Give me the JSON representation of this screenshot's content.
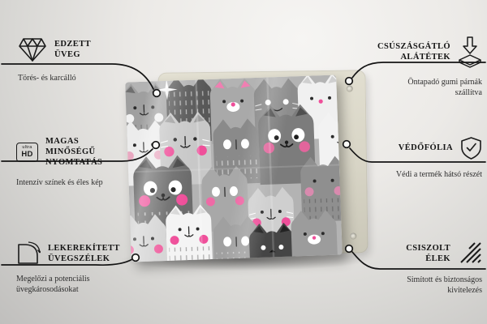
{
  "callouts": {
    "edzett_uveg": {
      "title": "EDZETT ÜVEG",
      "subtitle": "Törés- és karcálló",
      "icon": "diamond-icon"
    },
    "csuszasgatlo": {
      "title": "CSÚSZÁSGÁTLÓ ALÁTÉTEK",
      "subtitle": "Öntapadó gumi párnák szállítva",
      "icon": "adhesive-pad-icon"
    },
    "nyomtatas": {
      "title": "MAGAS MINŐSÉGŰ NYOMTATÁS",
      "subtitle": "Intenzív színek és éles kép",
      "icon": "ultra-hd-icon",
      "icon_text_top": "ultra",
      "icon_text_bottom": "HD"
    },
    "vedofolia": {
      "title": "VÉDŐFÓLIA",
      "subtitle": "Védi a termék hátsó részét",
      "icon": "shield-check-icon"
    },
    "lekerekitett": {
      "title": "LEKEREKÍTETT ÜVEGSZÉLEK",
      "subtitle": "Megelőzi a potenciális üvegkárosodásokat",
      "icon": "rounded-corner-icon"
    },
    "csiszolt": {
      "title": "CSISZOLT ÉLEK",
      "subtitle": "Simított és biztonságos kivitelezés",
      "icon": "polished-edge-icon"
    }
  },
  "palette": {
    "accent_pink": "#ef4f9a",
    "soft_pink": "#e59ab8",
    "line_color": "#141414",
    "backing_beige": "#d8d5c6",
    "background_light": "#f6f5f3",
    "background_dark": "#c0bfbd"
  }
}
